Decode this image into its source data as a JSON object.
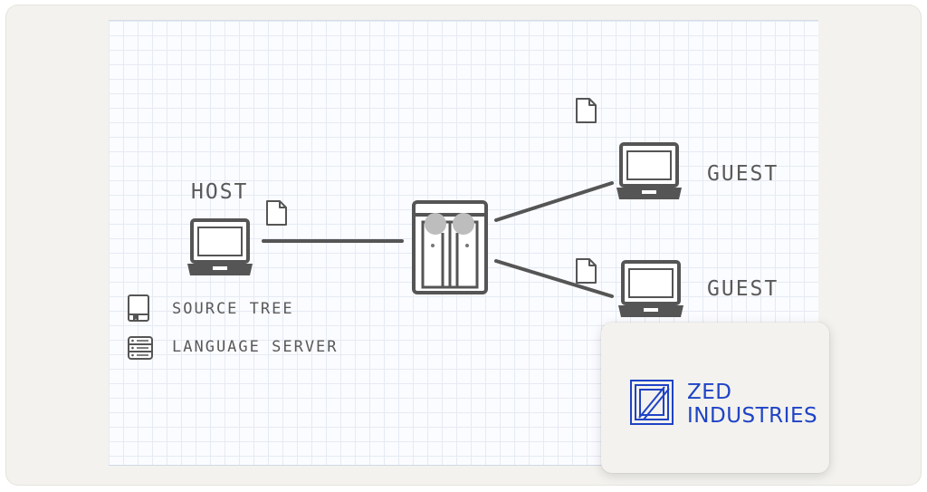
{
  "nodes": {
    "host_label": "HOST",
    "guest_top_label": "GUEST",
    "guest_bottom_label": "GUEST"
  },
  "legend": {
    "source_tree_label": "SOURCE TREE",
    "language_server_label": "LANGUAGE SERVER"
  },
  "logo": {
    "line1": "ZED",
    "line2": "INDUSTRIES",
    "color": "#1f43c6"
  },
  "icons": {
    "host": "laptop-icon",
    "guests": "laptop-icon",
    "server": "server-cabinet-icon",
    "documents": "file-icon",
    "source_tree": "book-icon",
    "language_server": "server-list-icon"
  },
  "colors": {
    "stroke": "#555555",
    "grid": "#e6eaf3",
    "frame": "#f3f2ee"
  }
}
